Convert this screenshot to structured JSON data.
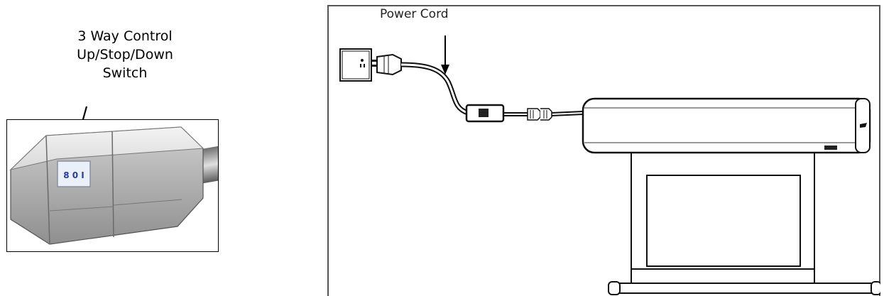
{
  "switch_callout": {
    "lines": [
      "3 Way Control",
      "Up/Stop/Down",
      "Switch"
    ]
  },
  "switch_photo": {
    "button_marks": "8 0 I"
  },
  "installation_diagram": {
    "power_cord_label": "Power Cord"
  }
}
